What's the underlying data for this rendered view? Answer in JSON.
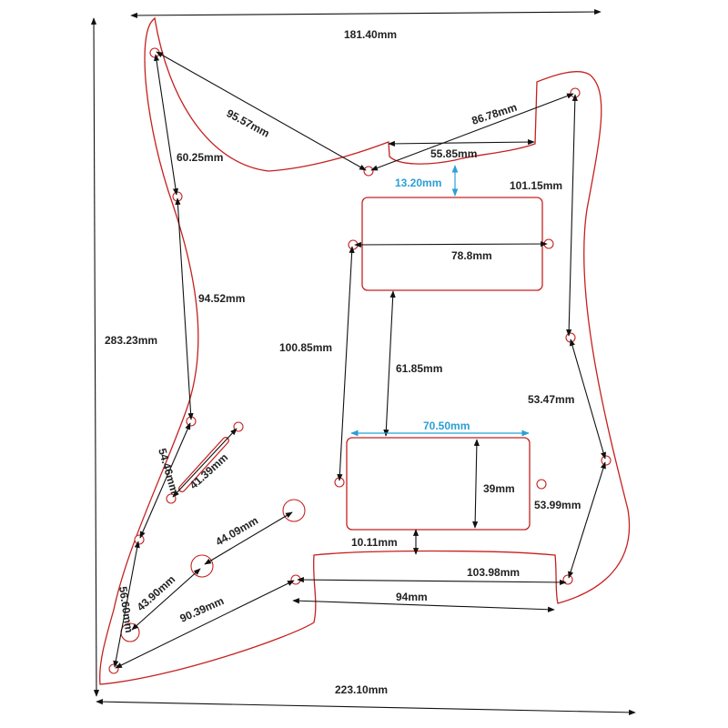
{
  "colors": {
    "outline": "#c62020",
    "dimension": "#111111",
    "accent": "#2a9fd6",
    "background": "#ffffff"
  },
  "dimensions": {
    "top_width": "181.40mm",
    "bottom_width": "223.10mm",
    "height": "283.23mm",
    "d_95_57": "95.57mm",
    "d_86_78": "86.78mm",
    "d_55_85": "55.85mm",
    "d_60_25": "60.25mm",
    "d_13_20": "13.20mm",
    "d_101_15": "101.15mm",
    "d_78_8": "78.8mm",
    "d_94_52": "94.52mm",
    "d_100_85": "100.85mm",
    "d_61_85": "61.85mm",
    "d_53_47": "53.47mm",
    "d_70_50": "70.50mm",
    "d_54_46": "54.46mm",
    "d_41_39": "41.39mm",
    "d_39": "39mm",
    "d_53_99": "53.99mm",
    "d_44_09": "44.09mm",
    "d_10_11": "10.11mm",
    "d_43_90": "43.90mm",
    "d_103_98": "103.98mm",
    "d_56_60": "56.60mm",
    "d_90_39": "90.39mm",
    "d_94": "94mm"
  }
}
